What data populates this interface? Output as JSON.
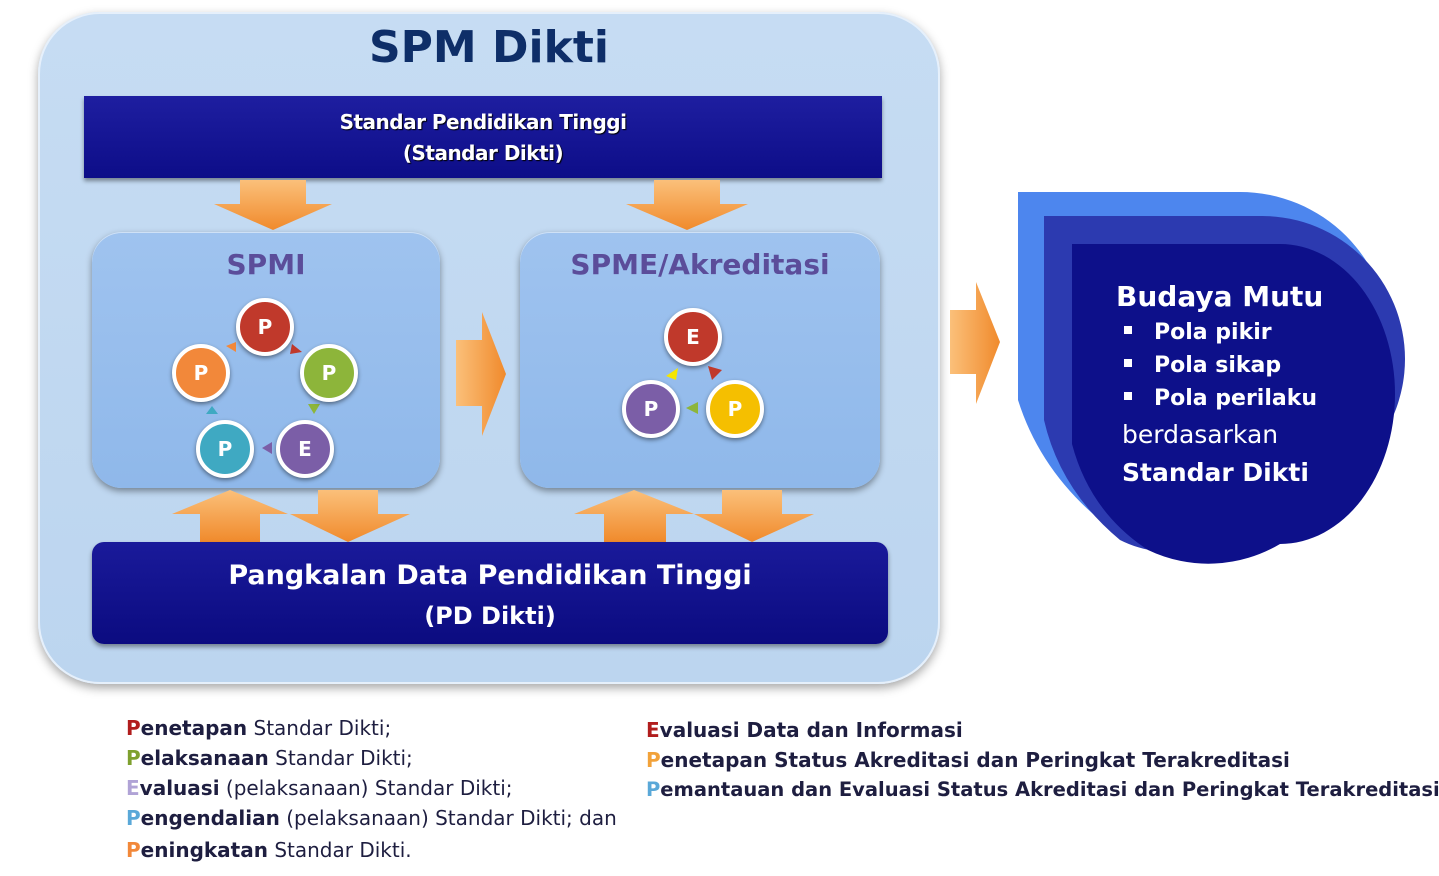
{
  "title": "SPM Dikti",
  "standar": {
    "line1": "Standar Pendidikan Tinggi",
    "line2": "(Standar Dikti)"
  },
  "spmi": {
    "title": "SPMI",
    "cycle": [
      {
        "letter": "P",
        "color": "#c0392b"
      },
      {
        "letter": "P",
        "color": "#8db53a"
      },
      {
        "letter": "E",
        "color": "#7b5ea7"
      },
      {
        "letter": "P",
        "color": "#3fa9c2"
      },
      {
        "letter": "P",
        "color": "#f2883a"
      }
    ]
  },
  "spme": {
    "title": "SPME/Akreditasi",
    "cycle": [
      {
        "letter": "E",
        "color": "#c0392b"
      },
      {
        "letter": "P",
        "color": "#f5bf00"
      },
      {
        "letter": "P",
        "color": "#7b5ea7"
      }
    ]
  },
  "pangkalan": {
    "line1": "Pangkalan Data Pendidikan Tinggi",
    "line2": "(PD Dikti)"
  },
  "budaya": {
    "title": "Budaya Mutu",
    "bullets": [
      "Pola pikir",
      "Pola sikap",
      "Pola perilaku"
    ],
    "tail1": "berdasarkan",
    "tail2": "Standar Dikti"
  },
  "legend_left": [
    {
      "initial": "P",
      "initial_color": "#b11d1d",
      "bold": "enetapan",
      "rest": " Standar Dikti;"
    },
    {
      "initial": "P",
      "initial_color": "#7ea02e",
      "bold": "elaksanaan",
      "rest": " Standar Dikti;"
    },
    {
      "initial": "E",
      "initial_color": "#b0a3d6",
      "bold": "valuasi",
      "rest": " (pelaksanaan) Standar Dikti;"
    },
    {
      "initial": "P",
      "initial_color": "#5aa8d8",
      "bold": "engendalian",
      "rest": " (pelaksanaan) Standar Dikti; dan"
    },
    {
      "initial": "P",
      "initial_color": "#f2883a",
      "bold": "eningkatan",
      "rest": " Standar Dikti."
    }
  ],
  "legend_right": [
    {
      "initial": "E",
      "initial_color": "#b11d1d",
      "bold": "valuasi Data dan Informasi"
    },
    {
      "initial": "P",
      "initial_color": "#f2a23a",
      "bold": "enetapan Status Akreditasi dan Peringkat Terakreditasi"
    },
    {
      "initial": "P",
      "initial_color": "#5aa8d8",
      "bold": "emantauan dan Evaluasi Status Akreditasi dan Peringkat Terakreditasi"
    }
  ]
}
